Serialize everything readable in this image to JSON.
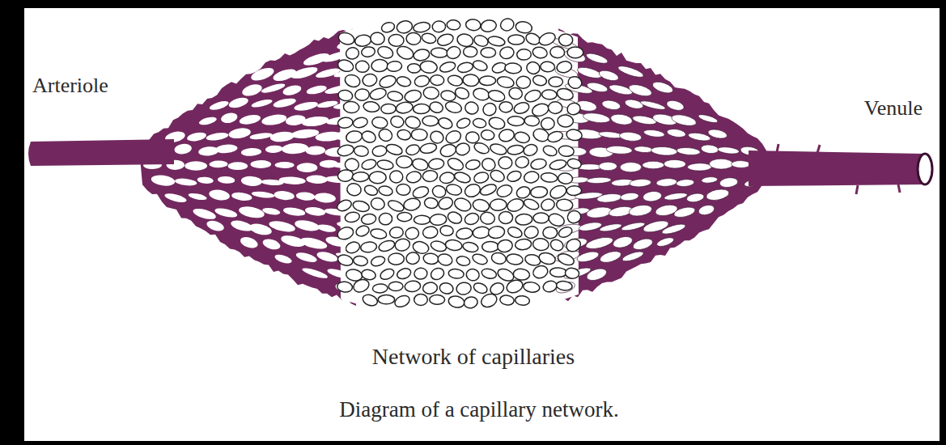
{
  "diagram": {
    "caption": "Diagram of a capillary network.",
    "labels": [
      "Arteriole",
      "Venule",
      "Network of capillaries"
    ]
  }
}
